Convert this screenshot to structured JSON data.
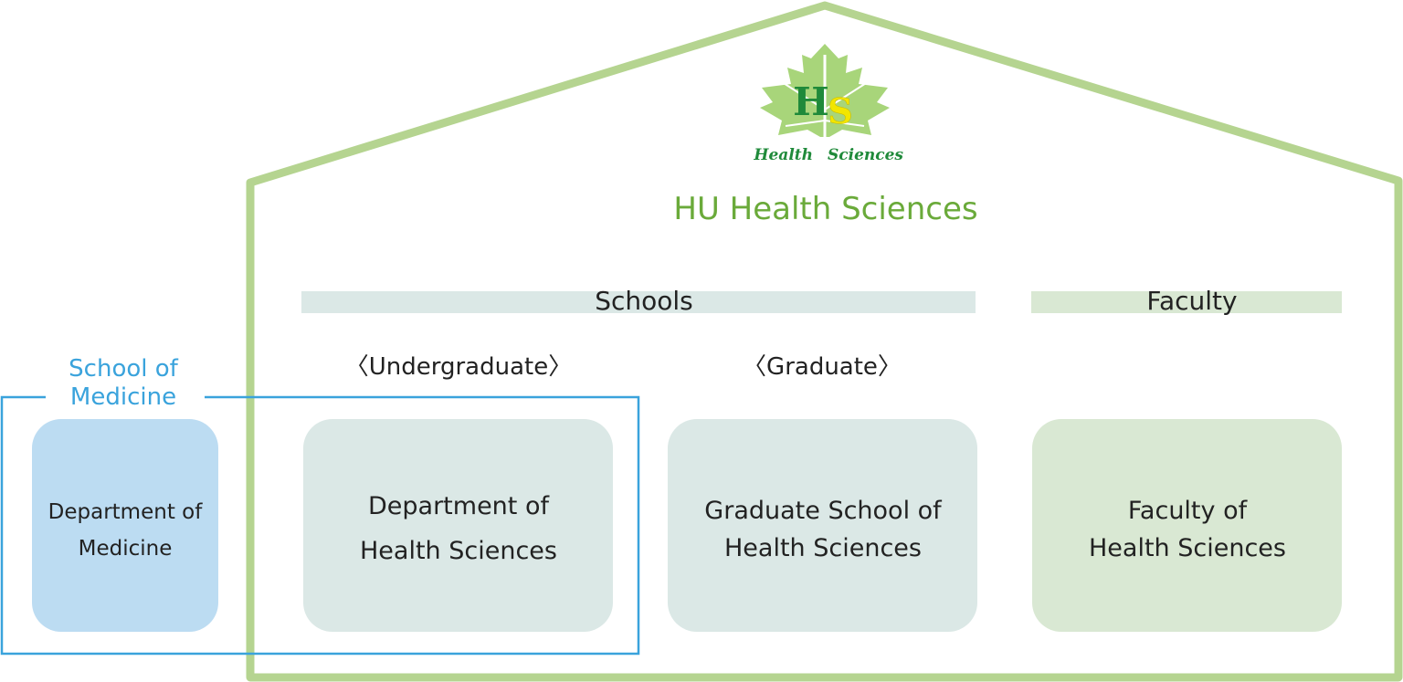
{
  "logo": {
    "monogram_h": "H",
    "monogram_s": "S",
    "caption_left": "Health",
    "caption_right": "Sciences"
  },
  "title": "HU Health Sciences",
  "schools_header": "Schools",
  "faculty_header": "Faculty",
  "undergraduate_label": "〈Undergraduate〉",
  "graduate_label": "〈Graduate〉",
  "school_of_medicine": {
    "label_line1": "School of",
    "label_line2": "Medicine",
    "box_line1": "Department of",
    "box_line2": "Medicine"
  },
  "boxes": {
    "undergrad_line1": "Department of",
    "undergrad_line2": "Health Sciences",
    "graduate_line1": "Graduate School of",
    "graduate_line2": "Health Sciences",
    "faculty_line1": "Faculty of",
    "faculty_line2": "Health Sciences"
  },
  "colors": {
    "house_outline": "#b5d490",
    "title_green": "#6aaa3a",
    "medicine_blue": "#3aa3dc",
    "medicine_box": "#bcdcf2",
    "schools_bar": "#dbe8e6",
    "school_box": "#dbe8e6",
    "faculty_bar": "#d9e8d3",
    "faculty_box": "#d9e8d3",
    "text_dark": "#222222",
    "logo_leaf": "#a8d57a",
    "logo_green": "#1f8a3a",
    "logo_yellow": "#f2e600"
  }
}
